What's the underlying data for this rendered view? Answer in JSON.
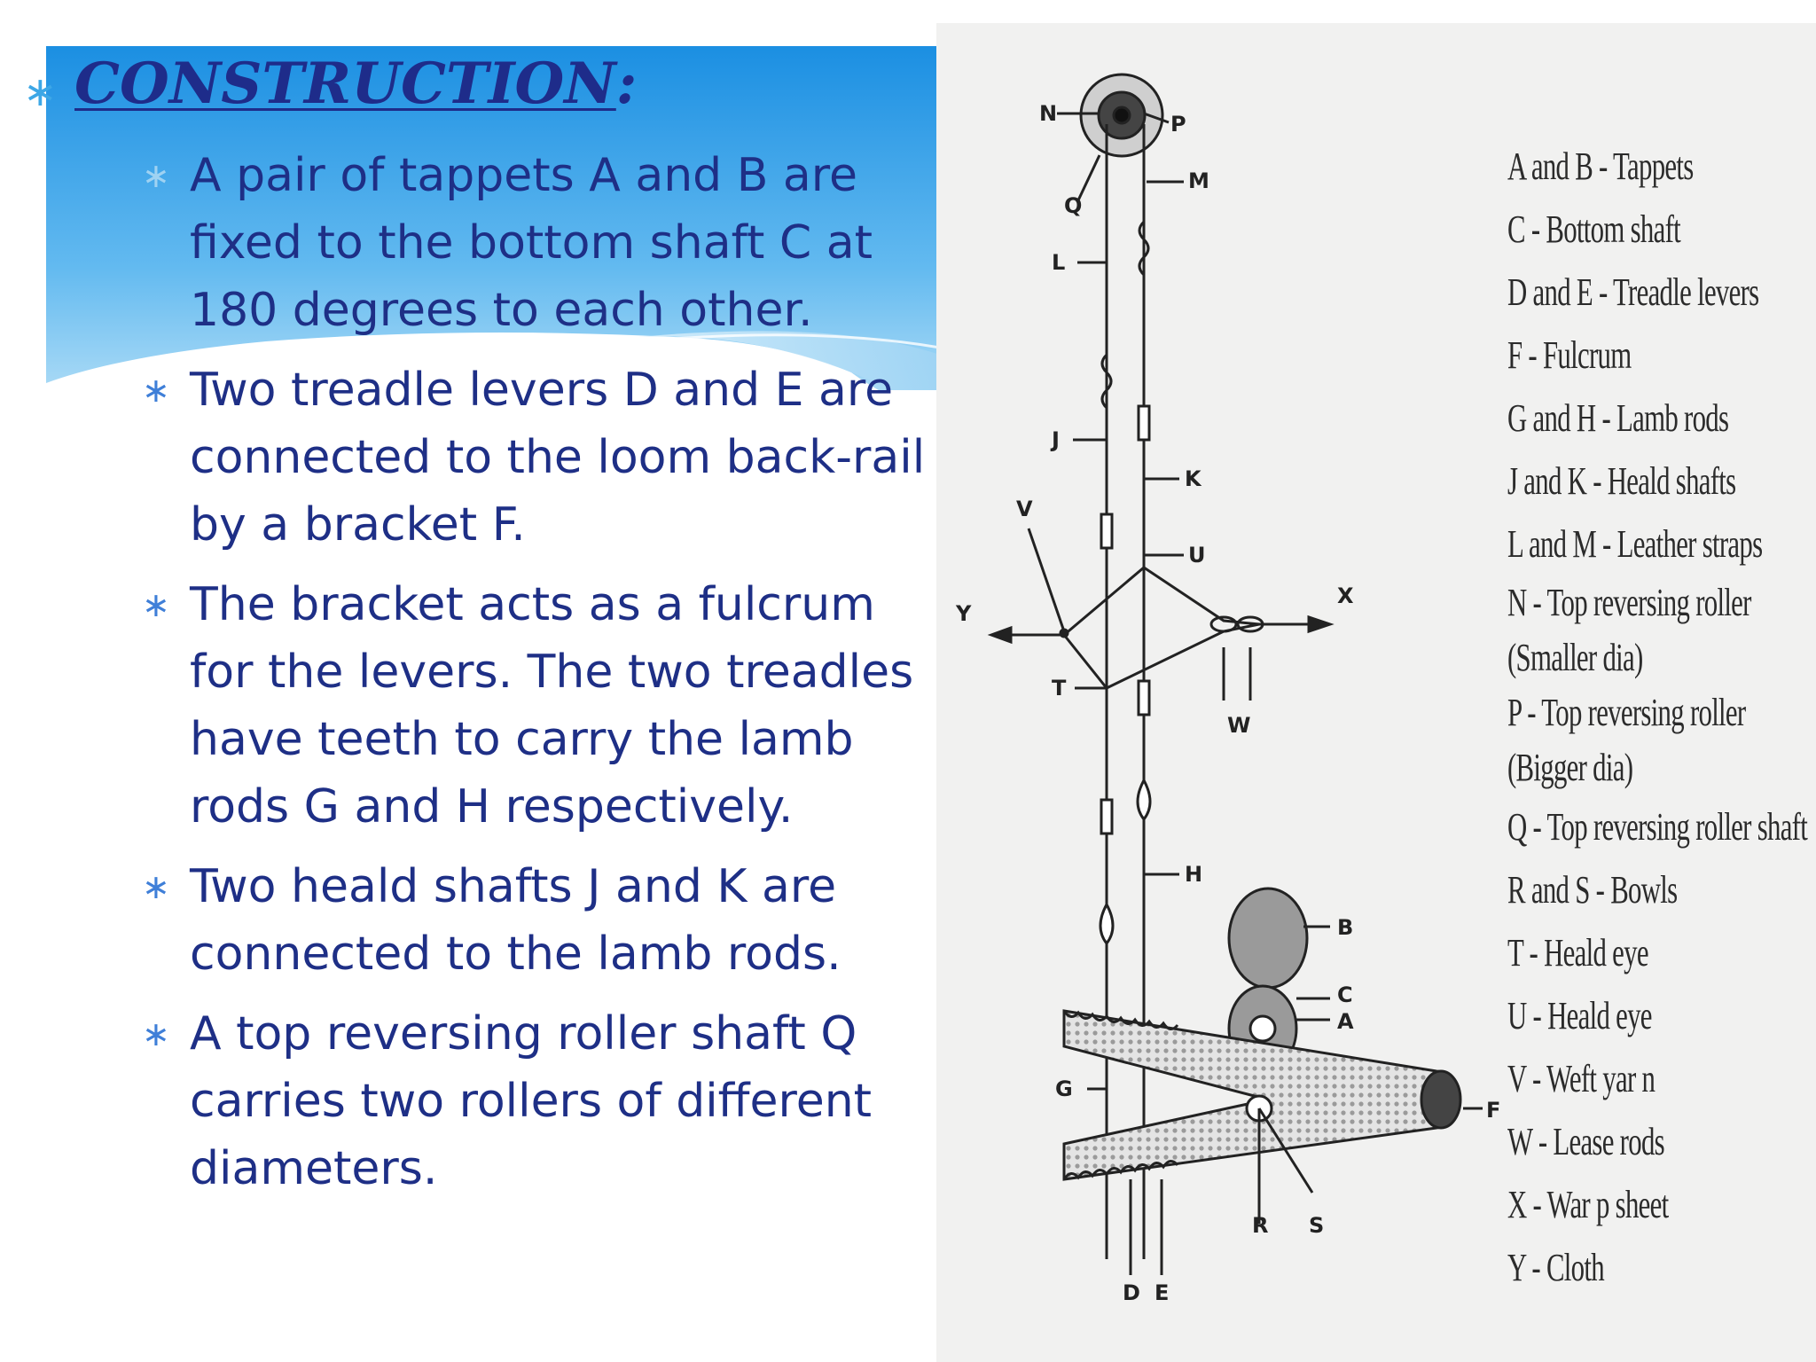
{
  "slide": {
    "heading": "CONSTRUCTION",
    "heading_suffix": ":",
    "heading_bullet": "∗",
    "bullet_glyph": "∗",
    "bullets": [
      "A pair of tappets A and B are fixed to the bottom shaft C at 180 degrees to each other.",
      "Two treadle levers D and E are connected to the loom back-rail by a bracket F.",
      "The bracket acts as a fulcrum for the levers. The two treadles have teeth to carry the lamb rods G and H respectively.",
      "Two heald shafts J and K are connected to the lamb rods.",
      " A top reversing roller shaft Q carries two rollers of different diameters."
    ]
  },
  "diagram": {
    "labels": {
      "N": "N",
      "P": "P",
      "Q": "Q",
      "M": "M",
      "L": "L",
      "J": "J",
      "K": "K",
      "V": "V",
      "U": "U",
      "X": "X",
      "Y": "Y",
      "T": "T",
      "W": "W",
      "H": "H",
      "B": "B",
      "C": "C",
      "A": "A",
      "G": "G",
      "F": "F",
      "R": "R",
      "S": "S",
      "D": "D",
      "E": "E"
    },
    "legend": [
      "A and B - Tappets",
      "C - Bottom shaft",
      "D and E - Treadle levers",
      "F - Fulcrum",
      "G and H - Lamb rods",
      "J and K - Heald shafts",
      "L and M - Leather straps",
      "N - Top reversing roller (Smaller dia)",
      "P - Top reversing roller (Bigger dia)",
      "Q - Top reversing roller shaft",
      "R and S - Bowls",
      "T - Heald eye",
      "U - Heald eye",
      "V - Weft yar n",
      "W - Lease rods",
      "X - War p sheet",
      "Y - Cloth"
    ]
  },
  "colors": {
    "banner_top": "#1b90e2",
    "banner_bottom": "#bfe4f8",
    "heading": "#1e2c8a",
    "body_text": "#1e2f86",
    "bullet": "#3f7fd8",
    "diagram_bg": "#f1f1f0"
  }
}
